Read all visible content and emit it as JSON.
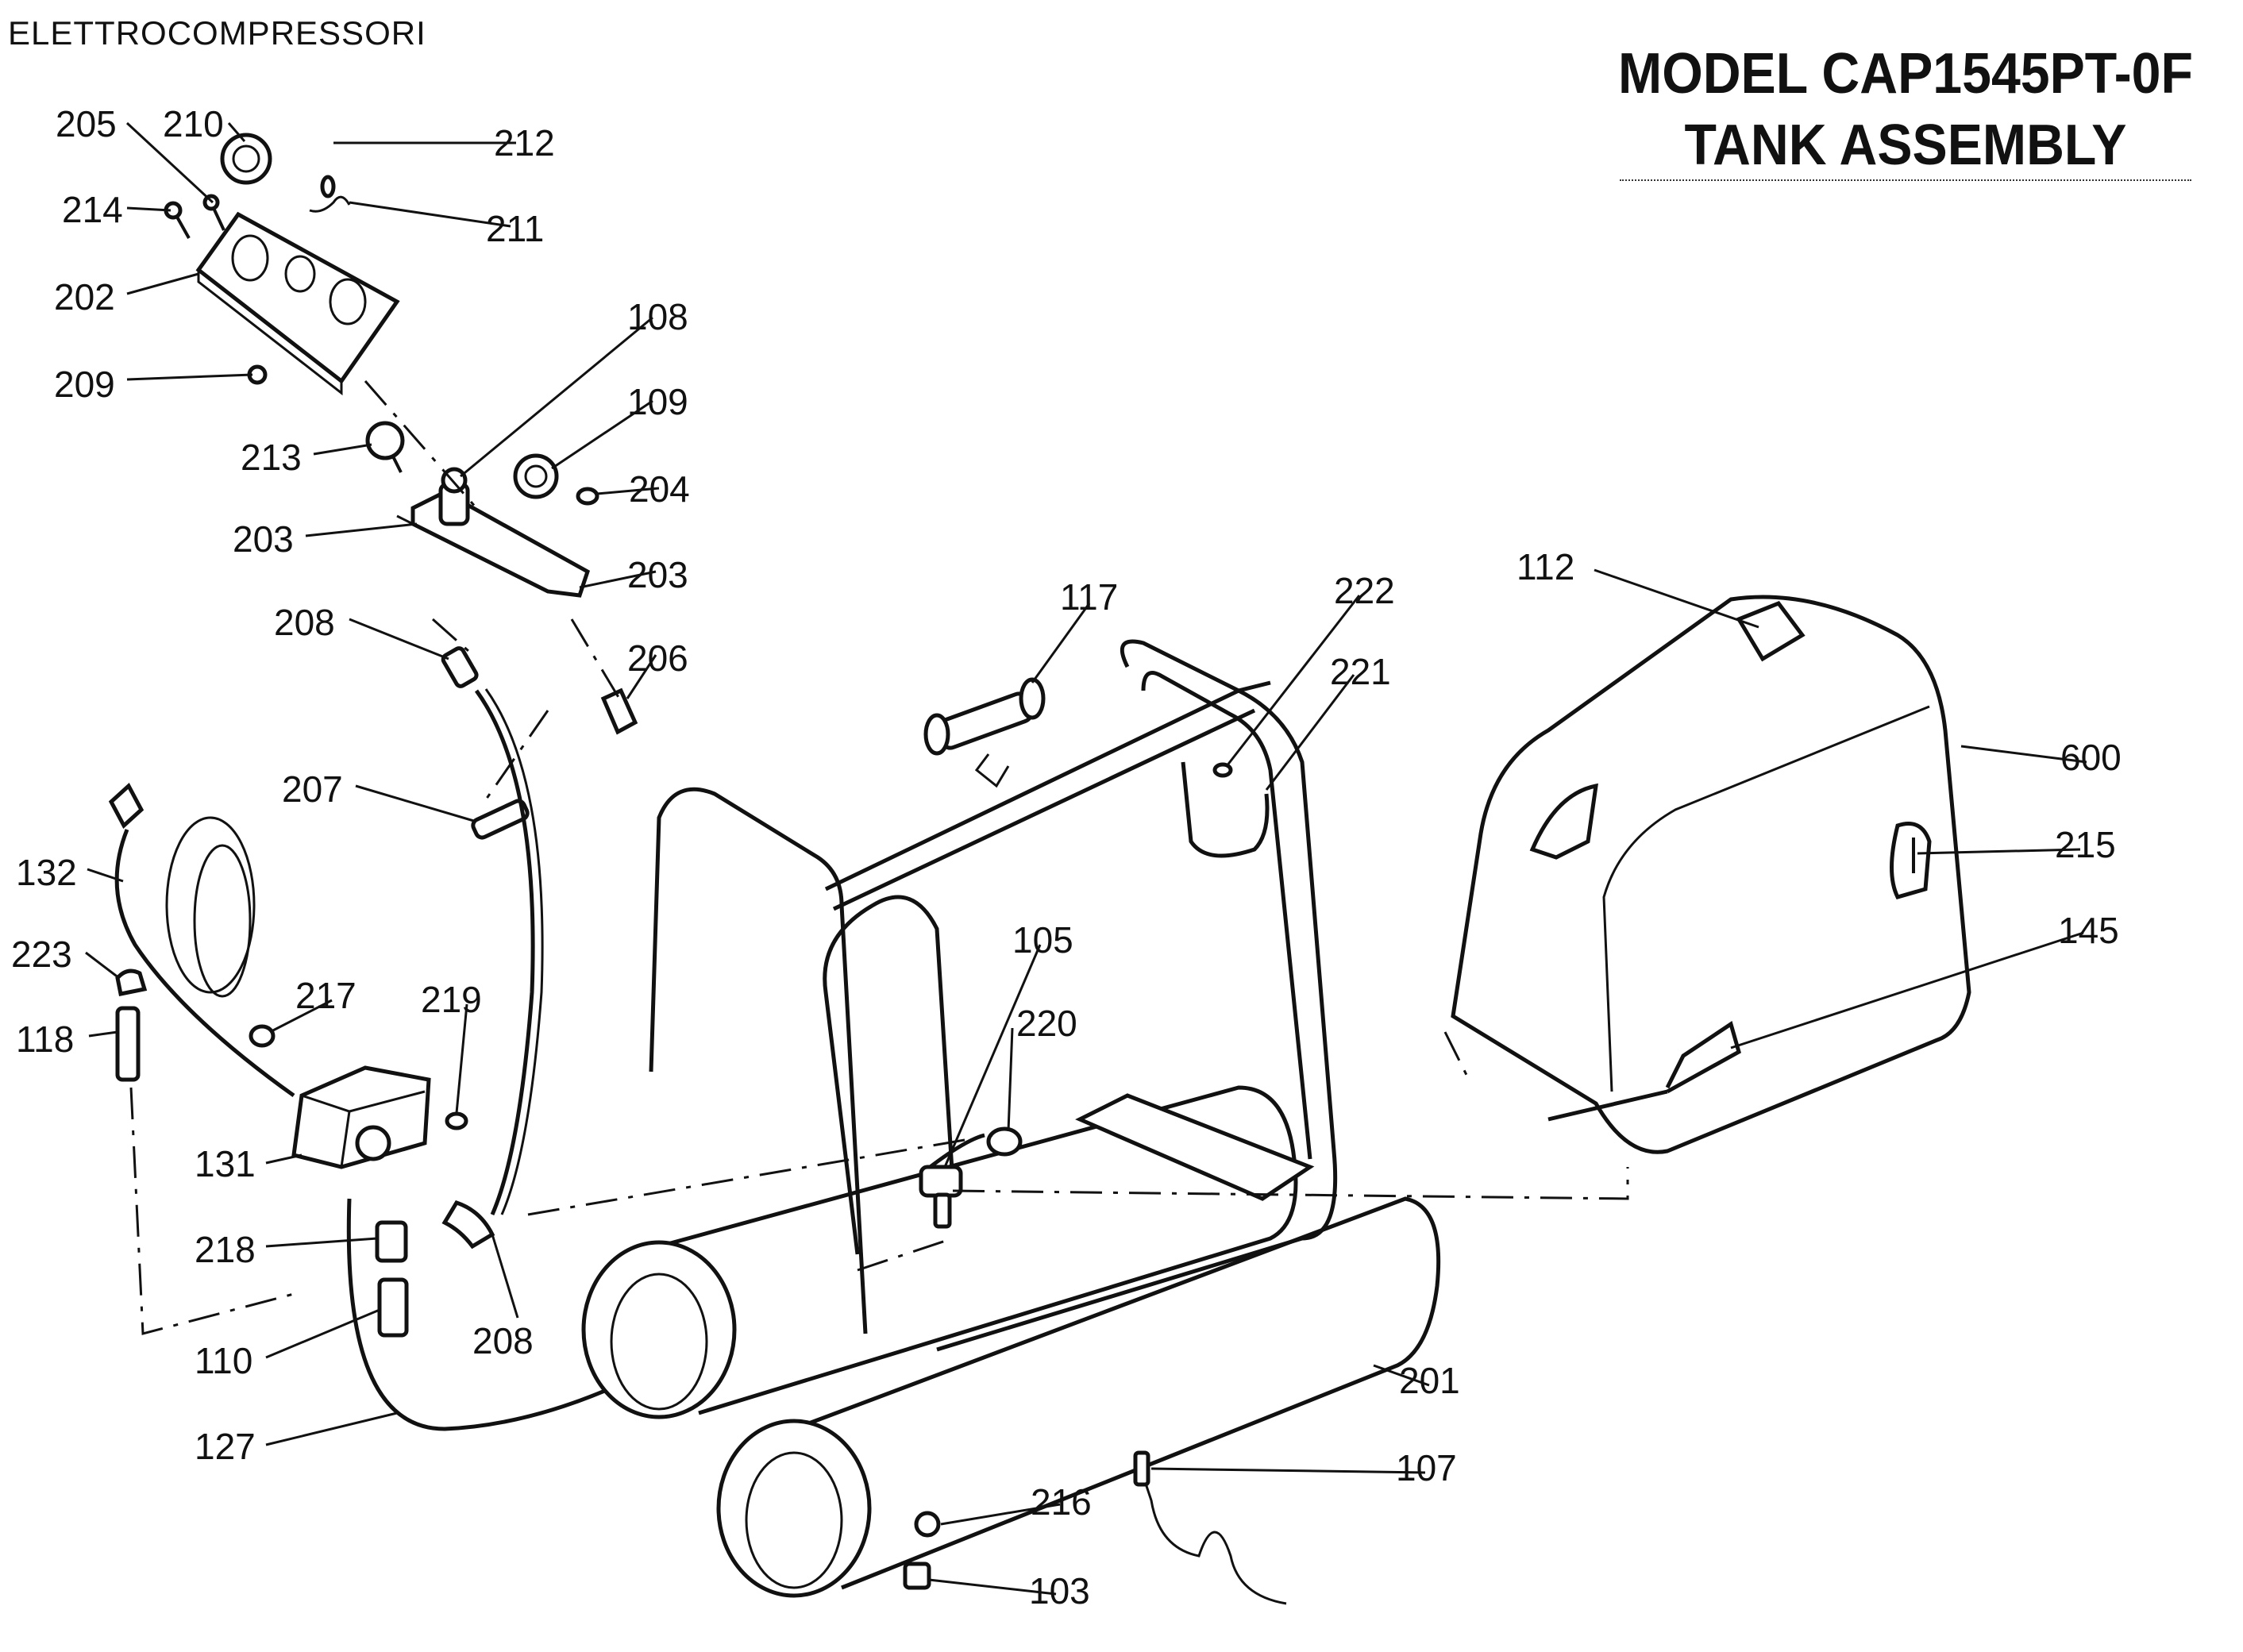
{
  "header": {
    "company": "ELETTROCOMPRESSORI",
    "title_line1": "MODEL CAP1545PT-0F",
    "title_line2": "TANK ASSEMBLY"
  },
  "parts": {
    "p205": "205",
    "p210": "210",
    "p212": "212",
    "p214": "214",
    "p211": "211",
    "p202": "202",
    "p209": "209",
    "p108": "108",
    "p109": "109",
    "p213": "213",
    "p204": "204",
    "p203a": "203",
    "p203b": "203",
    "p208a": "208",
    "p206": "206",
    "p207": "207",
    "p132": "132",
    "p223": "223",
    "p217": "217",
    "p219": "219",
    "p118": "118",
    "p131": "131",
    "p218": "218",
    "p208b": "208",
    "p110": "110",
    "p127": "127",
    "p117": "117",
    "p222": "222",
    "p221": "221",
    "p105": "105",
    "p220": "220",
    "p112": "112",
    "p600": "600",
    "p215": "215",
    "p145": "145",
    "p201": "201",
    "p107": "107",
    "p216": "216",
    "p103": "103"
  }
}
